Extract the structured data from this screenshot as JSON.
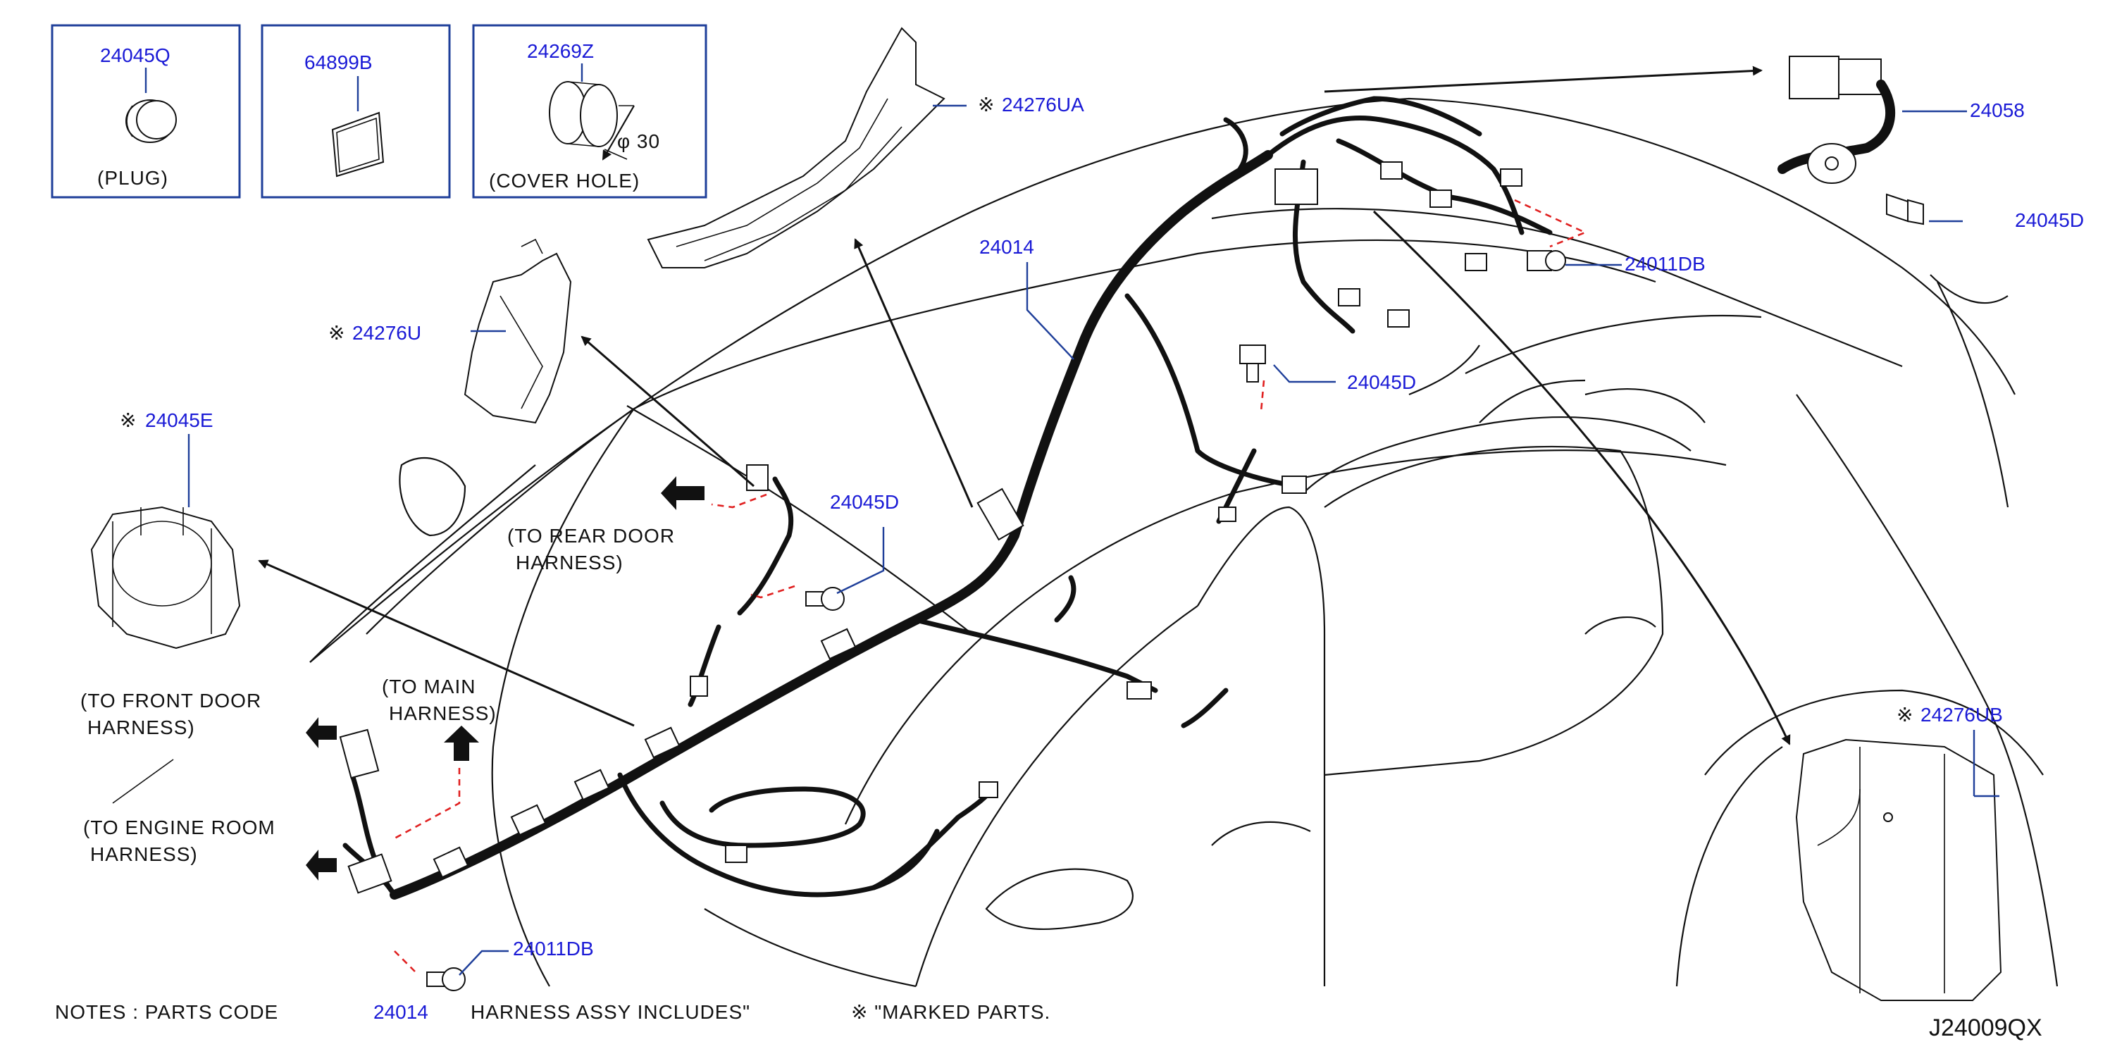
{
  "parts": {
    "p24045Q": "24045Q",
    "p64899B": "64899B",
    "p24269Z": "24269Z",
    "p24276UA": "24276UA",
    "p24276U": "24276U",
    "p24045E": "24045E",
    "p24014": "24014",
    "p24058": "24058",
    "p24045D_a": "24045D",
    "p24045D_b": "24045D",
    "p24045D_c": "24045D",
    "p24011DB_a": "24011DB",
    "p24011DB_b": "24011DB",
    "p24276UB": "24276UB"
  },
  "labels": {
    "plug": "(PLUG)",
    "cover_hole": "(COVER   HOLE)",
    "phi30": "φ 30",
    "mark": "※",
    "rear_door_1": "(TO  REAR  DOOR",
    "rear_door_2": "HARNESS)",
    "main_1": "(TO   MAIN",
    "main_2": "HARNESS)",
    "front_door_1": "(TO   FRONT   DOOR",
    "front_door_2": "HARNESS)",
    "engine_1": "(TO   ENGINE   ROOM",
    "engine_2": "HARNESS)"
  },
  "notes": {
    "prefix": "NOTES   :   PARTS   CODE",
    "code": "24014",
    "suffix": "HARNESS   ASSY   INCLUDES\"",
    "marked": "※ \"MARKED   PARTS."
  },
  "diagram_id": "J24009QX",
  "colors": {
    "callout": "#1a1ad6",
    "box_border": "#1f3f9a",
    "clip_dash": "#e02020"
  },
  "icons": [
    "plug-icon",
    "sealing-pad-icon",
    "cover-hole-icon",
    "bolt-icon",
    "clip-icon",
    "connector-icon",
    "direction-arrow-icon"
  ]
}
